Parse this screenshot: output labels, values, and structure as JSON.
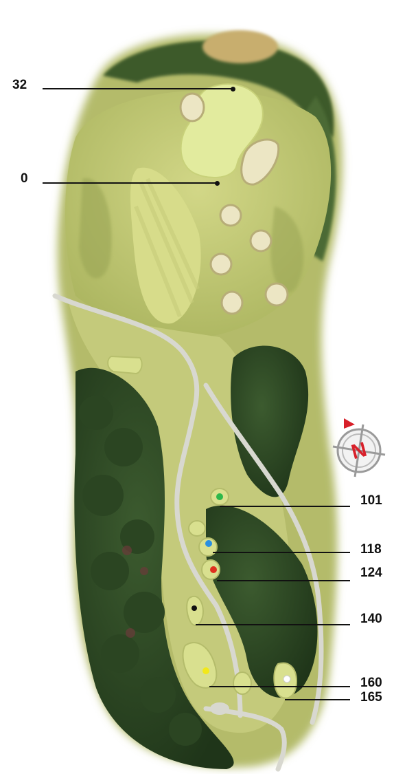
{
  "map": {
    "markers": [
      {
        "id": "front-green-32",
        "label": "32"
      },
      {
        "id": "back-green-0",
        "label": "0"
      },
      {
        "id": "tee-green",
        "label": "101",
        "color": "#2db84a"
      },
      {
        "id": "tee-blue",
        "label": "118",
        "color": "#2a8fe0"
      },
      {
        "id": "tee-red",
        "label": "124",
        "color": "#e0301e"
      },
      {
        "id": "tee-black",
        "label": "140",
        "color": "#111111"
      },
      {
        "id": "tee-yellow",
        "label": "160",
        "color": "#f2e81a"
      },
      {
        "id": "tee-white",
        "label": "165",
        "color": "#ffffff"
      }
    ],
    "compass": {
      "letter": "N",
      "accent": "#d8202a"
    },
    "colors": {
      "rough": "#c9cf7f",
      "fairway": "#d8de8c",
      "green": "#e2eb9e",
      "bunker": "#ece6c4",
      "trees": "#2e4a26",
      "path": "#d8d8d0"
    }
  }
}
